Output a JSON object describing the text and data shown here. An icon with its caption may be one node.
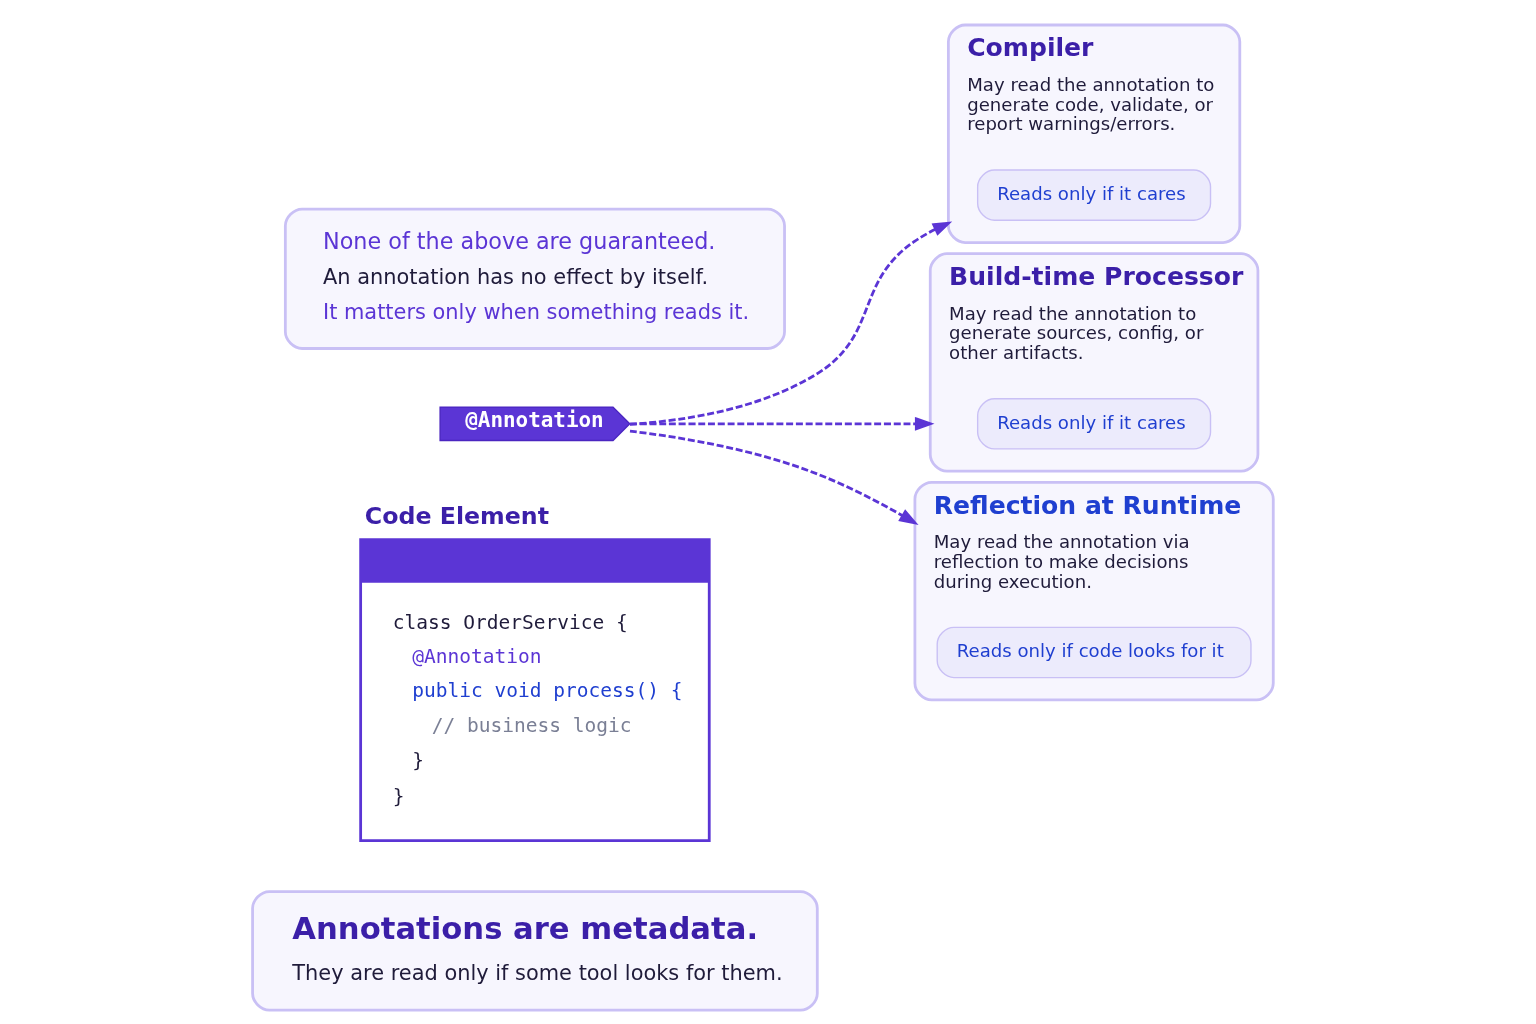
{
  "diagram": {
    "nodes": [
      {
        "text": [
          "Annotations are metadata.",
          "They are read only if some tool looks for them."
        ]
      },
      {
        "text": [
          "Code Element",
          "class OrderService {",
          "@Annotation",
          "public void process() {",
          "// business logic",
          "}",
          "}"
        ]
      },
      {
        "text": [
          "@Annotation"
        ]
      },
      {
        "text": [
          "Compiler",
          "May read the annotation to generate code, validate, or report warnings/errors."
        ]
      },
      {
        "text": [
          "Reads only if it cares"
        ],
        "in": 3
      },
      {
        "text": [
          "Build-time Processor",
          "May read the annotation to generate sources, config, or other artifacts."
        ]
      },
      {
        "text": [
          "Reads only if it cares"
        ],
        "in": 5
      },
      {
        "text": [
          "Reflection at Runtime",
          "May read the annotation via reflection to make decisions during execution."
        ]
      },
      {
        "text": [
          "Reads only if code looks for it"
        ],
        "in": 7
      },
      {
        "text": [
          "None of the above are guaranteed.",
          "An annotation has no effect by itself.",
          "It matters only when something reads it."
        ]
      }
    ],
    "edges": [
      {
        "from": 2,
        "to": 3,
        "arrow": "to",
        "style": "dashed"
      },
      {
        "from": 2,
        "to": 5,
        "arrow": "to",
        "style": "dashed"
      },
      {
        "from": 2,
        "to": 7,
        "arrow": "to",
        "style": "dashed"
      }
    ]
  }
}
